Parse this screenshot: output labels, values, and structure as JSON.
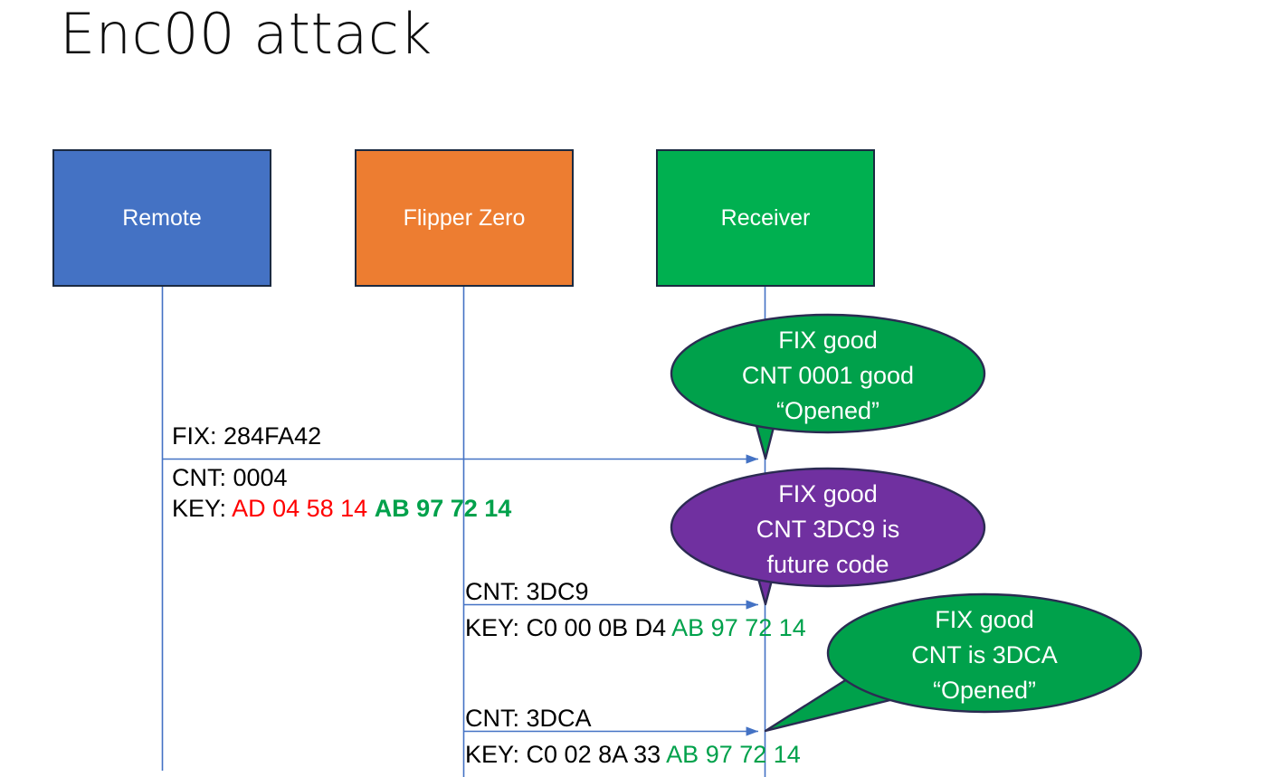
{
  "slide": {
    "title": "Enc00 attack",
    "background": "#FFFFFF"
  },
  "colors": {
    "remote_fill": "#4472C4",
    "flipper_fill": "#ED7D31",
    "receiver_fill": "#00B050",
    "box_border": "#1B2A41",
    "lifeline": "#4472C4",
    "arrow": "#4472C4",
    "bubble_good": "#00A14B",
    "bubble_future": "#7030A0",
    "bubble_border": "#2B2B52",
    "hex_red": "#FF0000",
    "hex_green": "#00A14B",
    "text_black": "#000000"
  },
  "actors": [
    {
      "id": "remote",
      "label": "Remote"
    },
    {
      "id": "flipper",
      "label": "Flipper Zero"
    },
    {
      "id": "receiver",
      "label": "Receiver"
    }
  ],
  "messages": [
    {
      "id": "msg-1",
      "from": "remote",
      "to": "receiver",
      "above_label": "FIX: 284FA42",
      "lines": [
        {
          "text": "CNT: 0004"
        },
        {
          "segments": [
            {
              "text": "KEY: ",
              "color": "black"
            },
            {
              "text": "AD 04 58 14",
              "color": "red"
            },
            {
              "text": " ",
              "color": "black"
            },
            {
              "text": "AB 97 72 14",
              "color": "green"
            }
          ]
        }
      ]
    },
    {
      "id": "msg-2",
      "from": "flipper",
      "to": "receiver",
      "above_label": "CNT: 3DC9",
      "lines": [
        {
          "segments": [
            {
              "text": "KEY: C0 00 0B D4 ",
              "color": "black"
            },
            {
              "text": "AB 97 72 14",
              "color": "green"
            }
          ]
        }
      ]
    },
    {
      "id": "msg-3",
      "from": "flipper",
      "to": "receiver",
      "above_label": "CNT: 3DCA",
      "lines": [
        {
          "segments": [
            {
              "text": "KEY: C0 02 8A 33 ",
              "color": "black"
            },
            {
              "text": "AB 97 72 14",
              "color": "green"
            }
          ]
        }
      ]
    }
  ],
  "bubbles": [
    {
      "id": "bubble-1",
      "variant": "good",
      "lines": [
        "FIX good",
        "CNT 0001 good",
        "“Opened”"
      ]
    },
    {
      "id": "bubble-2",
      "variant": "future",
      "lines": [
        "FIX good",
        "CNT 3DC9 is",
        "future code"
      ]
    },
    {
      "id": "bubble-3",
      "variant": "good",
      "lines": [
        "FIX good",
        "CNT is 3DCA",
        "“Opened”"
      ]
    }
  ]
}
